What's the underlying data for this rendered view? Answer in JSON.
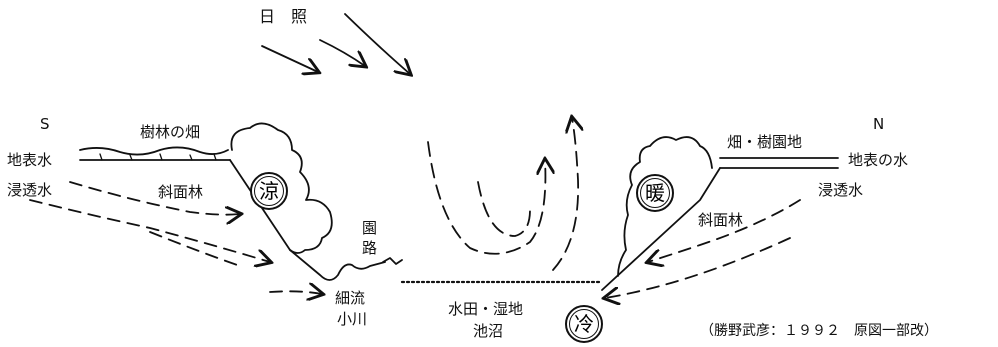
{
  "sunshine": "日　照",
  "south": "S",
  "north": "N",
  "left": {
    "wooded_field": "樹林の畑",
    "surface_water": "地表水",
    "seepage_water": "浸透水",
    "slope_forest": "斜面林",
    "cool_mark": "涼"
  },
  "right": {
    "field_orchard": "畑・樹園地",
    "surface_water": "地表の水",
    "seepage_water": "浸透水",
    "slope_forest": "斜面林",
    "warm_mark": "暖"
  },
  "garden_path": [
    "園",
    "路"
  ],
  "stream": [
    "細流",
    "小川"
  ],
  "wetland": [
    "水田・湿地",
    "池沼"
  ],
  "cold_mark": "冷",
  "citation": "（勝野武彦：１９９２　原図一部改）",
  "colors": {
    "ink": "#111111",
    "background": "#ffffff"
  }
}
